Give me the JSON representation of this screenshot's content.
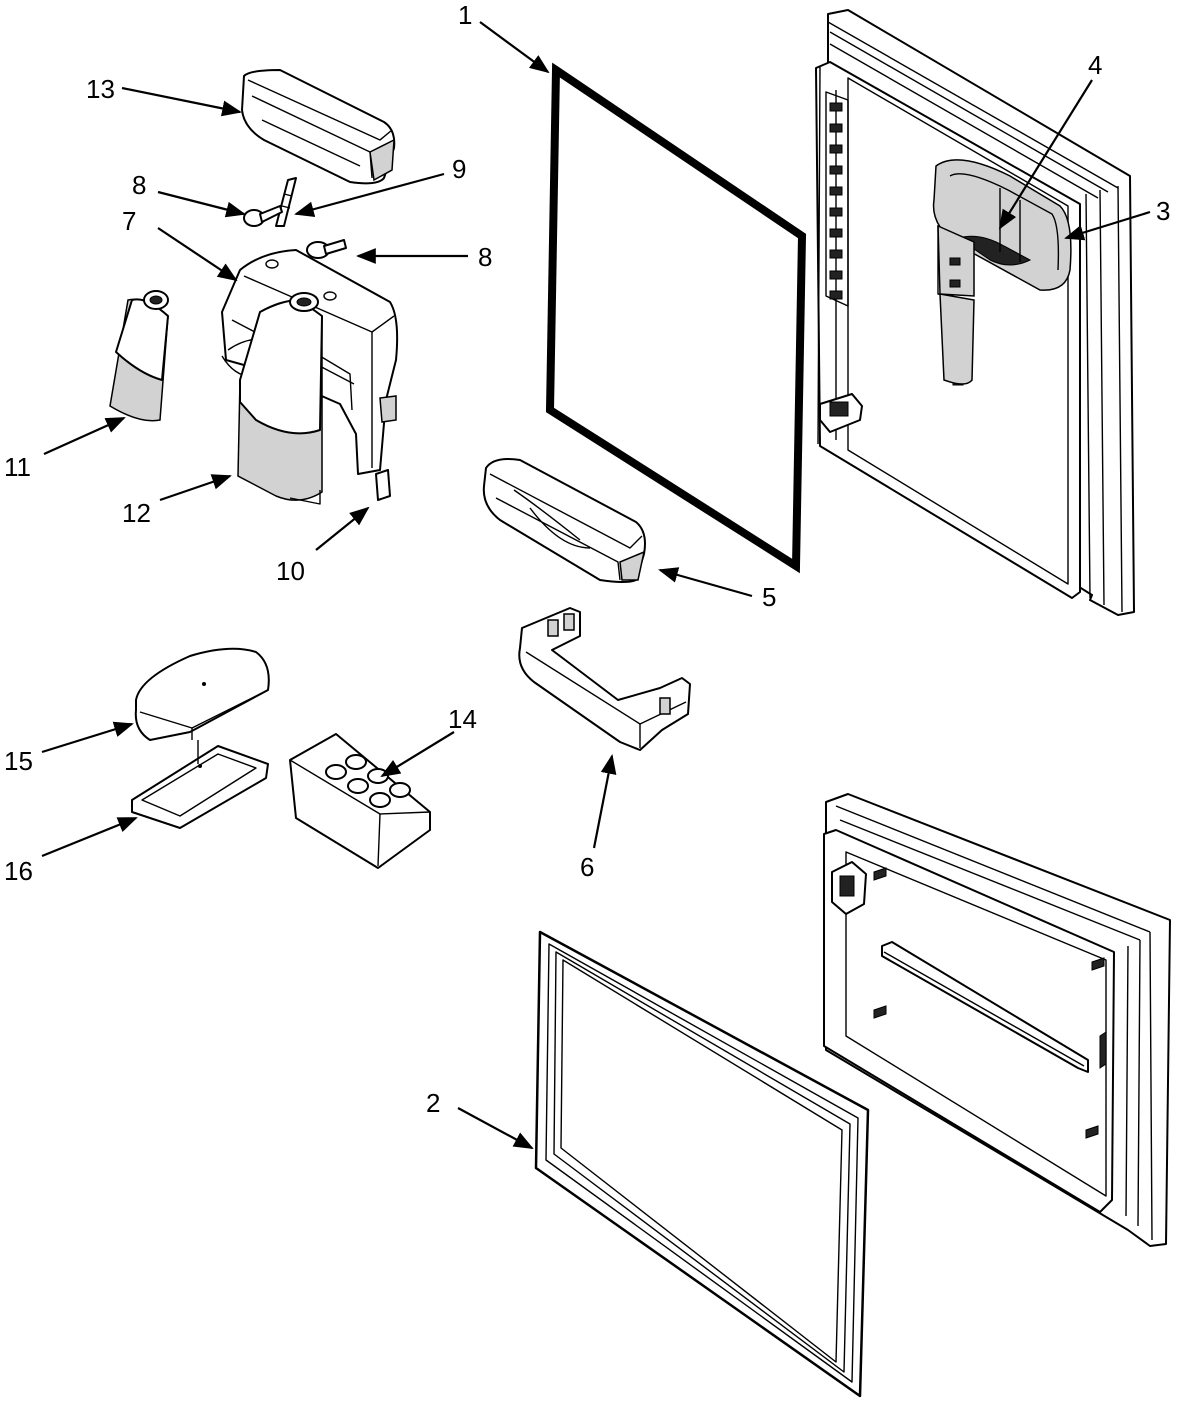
{
  "callouts": [
    {
      "id": "c1",
      "label": "1"
    },
    {
      "id": "c2",
      "label": "2"
    },
    {
      "id": "c3",
      "label": "3"
    },
    {
      "id": "c4",
      "label": "4"
    },
    {
      "id": "c5",
      "label": "5"
    },
    {
      "id": "c6",
      "label": "6"
    },
    {
      "id": "c7",
      "label": "7"
    },
    {
      "id": "c8a",
      "label": "8"
    },
    {
      "id": "c8b",
      "label": "8"
    },
    {
      "id": "c9",
      "label": "9"
    },
    {
      "id": "c10",
      "label": "10"
    },
    {
      "id": "c11",
      "label": "11"
    },
    {
      "id": "c12",
      "label": "12"
    },
    {
      "id": "c13",
      "label": "13"
    },
    {
      "id": "c14",
      "label": "14"
    },
    {
      "id": "c15",
      "label": "15"
    },
    {
      "id": "c16",
      "label": "16"
    }
  ]
}
